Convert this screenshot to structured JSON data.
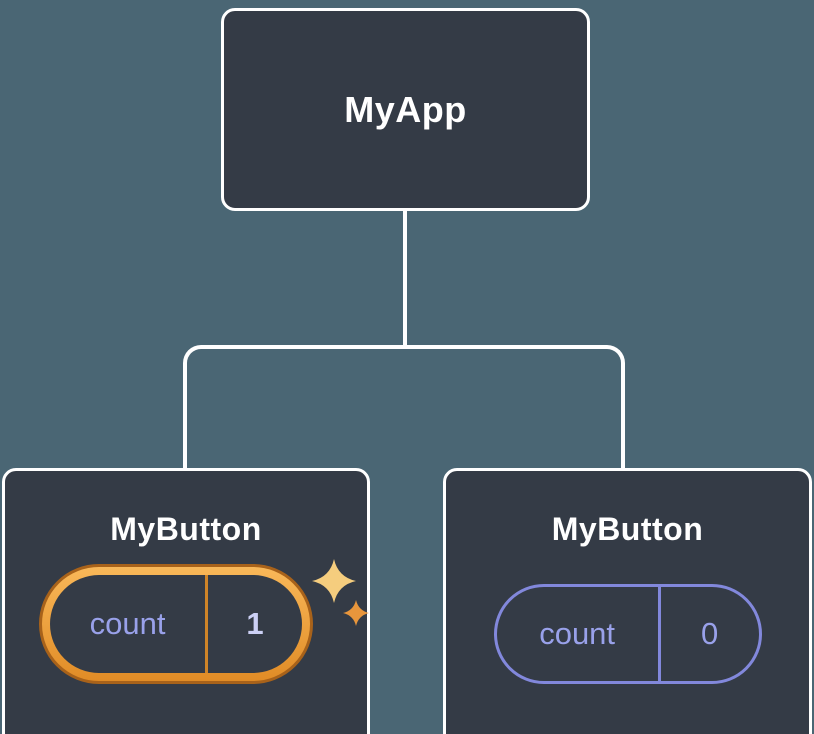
{
  "colors": {
    "background": "#4a6674",
    "node_fill": "#343b46",
    "node_border": "#ffffff",
    "connector": "#ffffff",
    "state_purple": "#99a1ea",
    "pill_border_purple": "#8288dc",
    "highlight_orange_light": "#f9b859",
    "highlight_orange_dark": "#e18c26",
    "highlight_outline": "#a8621a",
    "highlight_divider": "#cf8428",
    "highlight_value_text": "#ccd0f5",
    "sparkle_gold": "#f5cd7e",
    "sparkle_orange": "#e8963c"
  },
  "tree": {
    "root": {
      "label": "MyApp"
    },
    "children": [
      {
        "label": "MyButton",
        "state": {
          "name": "count",
          "value": "1"
        },
        "highlighted": true
      },
      {
        "label": "MyButton",
        "state": {
          "name": "count",
          "value": "0"
        },
        "highlighted": false
      }
    ]
  },
  "icons": {
    "sparkles": "✦"
  }
}
